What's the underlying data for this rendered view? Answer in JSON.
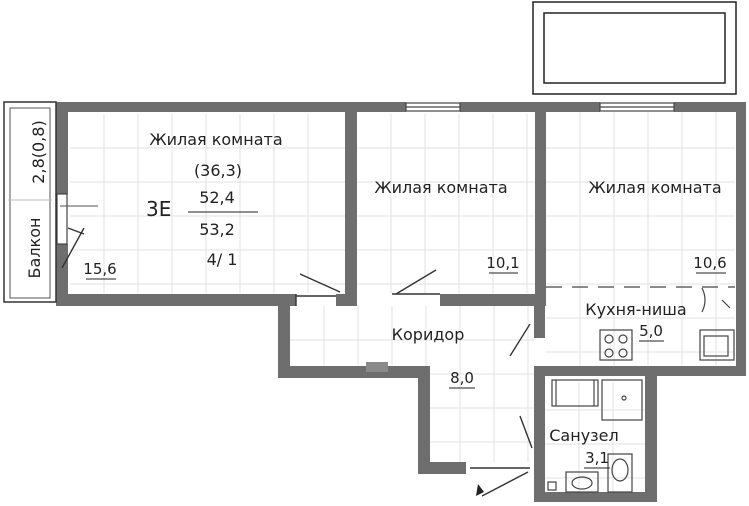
{
  "apartment": {
    "type_code": "3Е",
    "living_area": "(36,3)",
    "total_area": "52,4",
    "total_area_with_balcony": "53,2",
    "floor_info": "4/ 1"
  },
  "rooms": {
    "living1": {
      "name": "Жилая комната",
      "area": "15,6"
    },
    "living2": {
      "name": "Жилая комната",
      "area": "10,1"
    },
    "living3": {
      "name": "Жилая комната",
      "area": "10,6"
    },
    "kitchen": {
      "name": "Кухня-ниша",
      "area": "5,0"
    },
    "corridor": {
      "name": "Коридор",
      "area": "8,0"
    },
    "bathroom": {
      "name": "Санузел",
      "area": "3,1"
    },
    "balcony": {
      "name": "Балкон",
      "area": "2,8(0,8)"
    }
  },
  "colors": {
    "wall": "#6e6e6e",
    "grid": "#e2e2e2",
    "text": "#222222"
  }
}
